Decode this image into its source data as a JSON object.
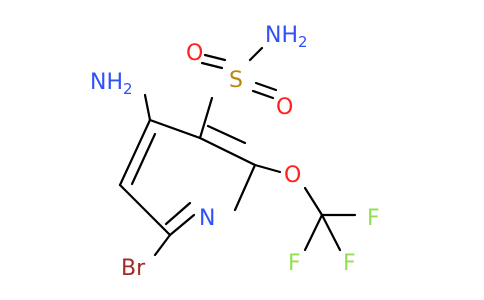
{
  "molecule": {
    "atoms": {
      "nh2_amino": {
        "main": "H",
        "sub": "2",
        "prefix": "N",
        "color": "#3050F8"
      },
      "nh2_sulfonamide": {
        "main": "NH",
        "sub": "2",
        "color": "#3050F8"
      },
      "sulfur": {
        "label": "S",
        "color": "#B8860B"
      },
      "oxygen_s_upper": {
        "label": "O",
        "color": "#FF2020"
      },
      "oxygen_s_lower": {
        "label": "O",
        "color": "#FF2020"
      },
      "oxygen_ether": {
        "label": "O",
        "color": "#FF2020"
      },
      "nitrogen_ring": {
        "label": "N",
        "color": "#3050F8"
      },
      "bromine": {
        "label": "Br",
        "color": "#A62929"
      },
      "fluorine_1": {
        "label": "F",
        "color": "#90E050"
      },
      "fluorine_2": {
        "label": "F",
        "color": "#90E050"
      },
      "fluorine_3": {
        "label": "F",
        "color": "#90E050"
      }
    }
  }
}
